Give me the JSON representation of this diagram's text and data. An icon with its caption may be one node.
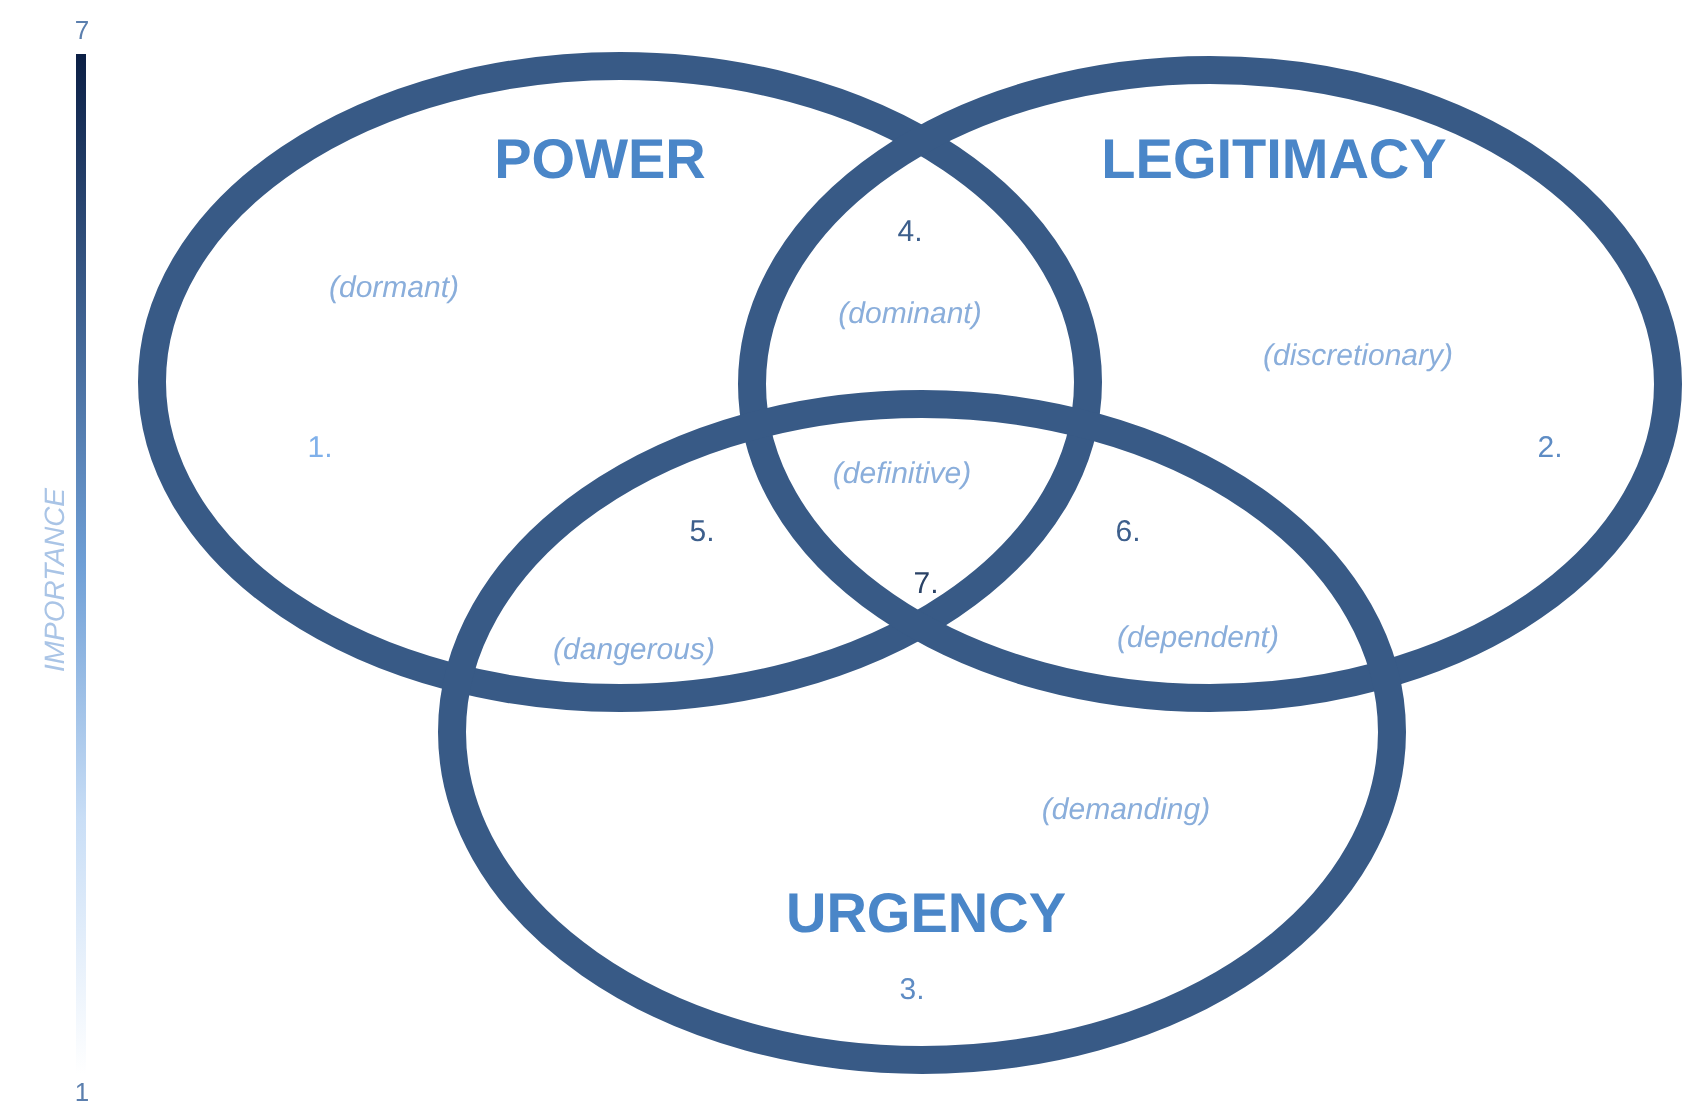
{
  "diagram": {
    "nodes": [
      {
        "text": [
          "POWER"
        ]
      },
      {
        "text": [
          "LEGITIMACY"
        ]
      },
      {
        "text": [
          "URGENCY"
        ]
      }
    ],
    "labels": [
      "7",
      "4.",
      "(dormant)",
      "(dominant)",
      "(discretionary)",
      "IMPORTANCE",
      "1.",
      "(definitive)",
      "2.",
      "5.",
      "6.",
      "7.",
      "(dangerous)",
      "(dependent)",
      "(demanding)",
      "3.",
      "1"
    ]
  }
}
